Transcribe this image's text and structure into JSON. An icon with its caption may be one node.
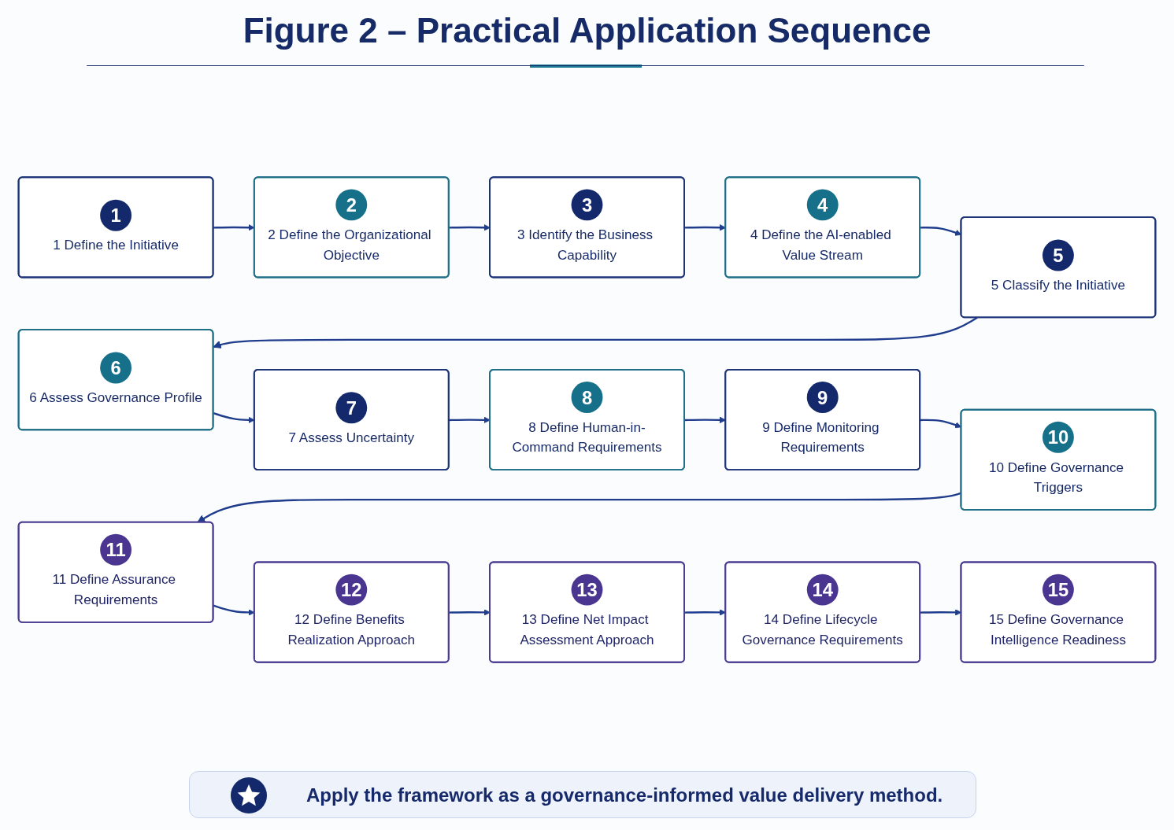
{
  "diagram": {
    "title": "Figure 2 – Practical Application Sequence",
    "caption": "Apply the framework as a governance-informed value delivery method.",
    "nodes": [
      {
        "text": [
          "1",
          "1 Define the Initiative"
        ]
      },
      {
        "text": [
          "2",
          "2 Define the Organizational Objective"
        ]
      },
      {
        "text": [
          "3",
          "3 Identify the Business Capability"
        ]
      },
      {
        "text": [
          "4",
          "4 Define the AI-enabled Value Stream"
        ]
      },
      {
        "text": [
          "5",
          "5 Classify the Initiative"
        ]
      },
      {
        "text": [
          "6",
          "6 Assess Governance Profile"
        ]
      },
      {
        "text": [
          "7",
          "7 Assess Uncertainty"
        ]
      },
      {
        "text": [
          "8",
          "8 Define Human-in-Command Requirements"
        ]
      },
      {
        "text": [
          "9",
          "9 Define Monitoring Requirements"
        ]
      },
      {
        "text": [
          "10",
          "10 Define Governance Triggers"
        ]
      },
      {
        "text": [
          "11",
          "11 Define Assurance Requirements"
        ]
      },
      {
        "text": [
          "12",
          "12 Define Benefits Realization Approach"
        ]
      },
      {
        "text": [
          "13",
          "13 Define Net Impact Assessment Approach"
        ]
      },
      {
        "text": [
          "14",
          "14 Define Lifecycle Governance Requirements"
        ]
      },
      {
        "text": [
          "15",
          "15 Define Governance Intelligence Readiness"
        ]
      }
    ],
    "edges": [
      {
        "from": 0,
        "to": 1,
        "arrow": "to"
      },
      {
        "from": 1,
        "to": 2,
        "arrow": "to"
      },
      {
        "from": 2,
        "to": 3,
        "arrow": "to"
      },
      {
        "from": 3,
        "to": 4,
        "arrow": "to"
      },
      {
        "from": 4,
        "to": 5,
        "arrow": "to"
      },
      {
        "from": 5,
        "to": 6,
        "arrow": "to"
      },
      {
        "from": 6,
        "to": 7,
        "arrow": "to"
      },
      {
        "from": 7,
        "to": 8,
        "arrow": "to"
      },
      {
        "from": 8,
        "to": 9,
        "arrow": "to"
      },
      {
        "from": 9,
        "to": 10,
        "arrow": "to"
      },
      {
        "from": 10,
        "to": 11,
        "arrow": "to"
      },
      {
        "from": 11,
        "to": 12,
        "arrow": "to"
      },
      {
        "from": 12,
        "to": 13,
        "arrow": "to"
      },
      {
        "from": 13,
        "to": 14,
        "arrow": "to"
      }
    ]
  }
}
